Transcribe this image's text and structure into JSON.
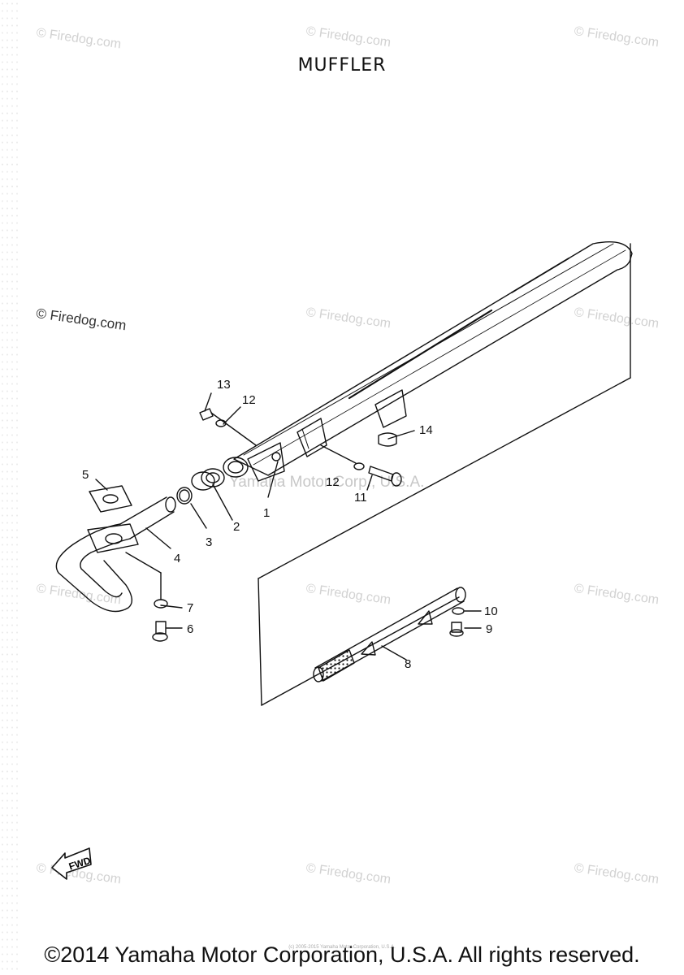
{
  "title": "MUFFLER",
  "watermarks": {
    "short": "© Firedog.com",
    "center": "Yamaha Motor Corp., U.S.A."
  },
  "callouts": [
    "1",
    "2",
    "3",
    "4",
    "5",
    "7",
    "6",
    "8",
    "9",
    "10",
    "11",
    "12",
    "12",
    "13",
    "14"
  ],
  "fwd_label": "FWD",
  "footer": {
    "tiny": "(c) 2005-2015 Yamaha Motor Corporation, U.S.A.",
    "copyright": "©2014 Yamaha Motor Corporation, U.S.A. All rights reserved."
  }
}
